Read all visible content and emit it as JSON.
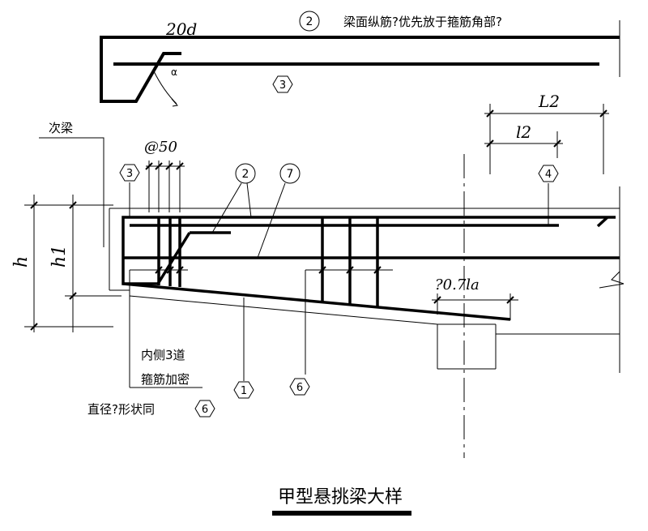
{
  "title": "甲型悬挑梁大样",
  "detail": {
    "label_20d": "20d",
    "marker_2_top": "2",
    "note_top": "梁面纵筋?优先放于箍筋角部?",
    "marker_3_top": "3",
    "small_mark": "α"
  },
  "labels": {
    "secondary_beam": "次梁",
    "spacing": "@50",
    "L2": "L2",
    "l2": "l2",
    "h": "h",
    "h1": "h1",
    "anchor": "?0.7la",
    "inner_line1": "内侧3道",
    "inner_line2": "箍筋加密",
    "diameter_note": "直径?形状同"
  },
  "markers": {
    "m3": "3",
    "m2": "2",
    "m7": "7",
    "m4": "4",
    "m1": "1",
    "m6a": "6",
    "m6b": "6"
  }
}
